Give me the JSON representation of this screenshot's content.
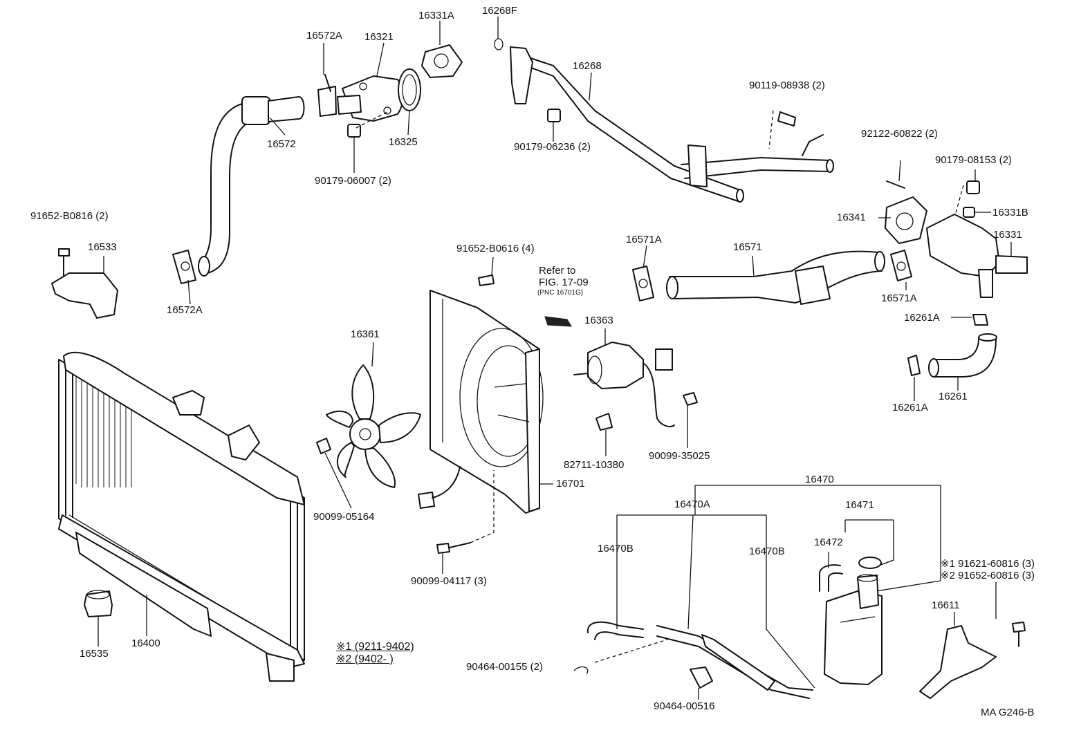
{
  "labels": {
    "p16572A_top": "16572A",
    "p16321": "16321",
    "p16331A": "16331A",
    "p16268F": "16268F",
    "p16268": "16268",
    "p16572": "16572",
    "p16325": "16325",
    "p90179_06007": "90179-06007 (2)",
    "p90179_06236": "90179-06236 (2)",
    "p90119_08938": "90119-08938 (2)",
    "p92122_60822": "92122-60822 (2)",
    "p90179_08153": "90179-08153 (2)",
    "p16331B": "16331B",
    "p16341": "16341",
    "p16331": "16331",
    "p91652_B0816": "91652-B0816 (2)",
    "p16533": "16533",
    "p16572A_bot": "16572A",
    "p91652_B0616": "91652-B0616 (4)",
    "refer_to": "Refer to",
    "fig": "FIG. 17-09",
    "pnc": "(PNC 16701G)",
    "p16571A_top": "16571A",
    "p16571": "16571",
    "p16571A_bot": "16571A",
    "p16261A_top": "16261A",
    "p16261": "16261",
    "p16261A_bot": "16261A",
    "p16361": "16361",
    "p16363": "16363",
    "p82711_10380": "82711-10380",
    "p90099_35025": "90099-35025",
    "p16701": "16701",
    "p90099_05164": "90099-05164",
    "p16470": "16470",
    "p16470A": "16470A",
    "p16471": "16471",
    "p16472": "16472",
    "p16470B_left": "16470B",
    "p16470B_right": "16470B",
    "p90099_04117": "90099-04117 (3)",
    "note1": "※1 91621-60816 (3)",
    "note2": "※2 91652-60816 (3)",
    "p16611": "16611",
    "p16535": "16535",
    "p16400": "16400",
    "legend1": "※1 (9211-9402)",
    "legend2": "※2 (9402-        )",
    "p90464_00155": "90464-00155 (2)",
    "p90464_00516": "90464-00516",
    "code": "MA G246-B"
  }
}
